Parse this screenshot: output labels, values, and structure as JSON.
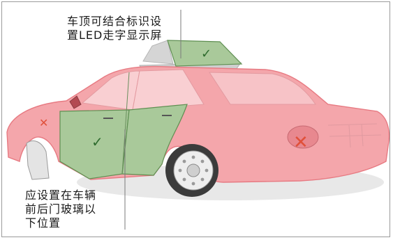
{
  "callouts": {
    "roof_sign": [
      "车顶可结合标识设",
      "置LED走字显示屏"
    ],
    "door_windows": [
      "应设置在车辆",
      "前后门玻璃以",
      "下位置"
    ]
  },
  "marks": {
    "allowed_symbol": "✓",
    "forbidden_symbol": "✕"
  },
  "colors": {
    "allowed_zone": "#a9c99a",
    "forbidden_zone": "#f4a6ab",
    "check_mark": "#2e6b2e",
    "cross_mark": "#e0503a",
    "leader_line": "#7a7a7a"
  }
}
